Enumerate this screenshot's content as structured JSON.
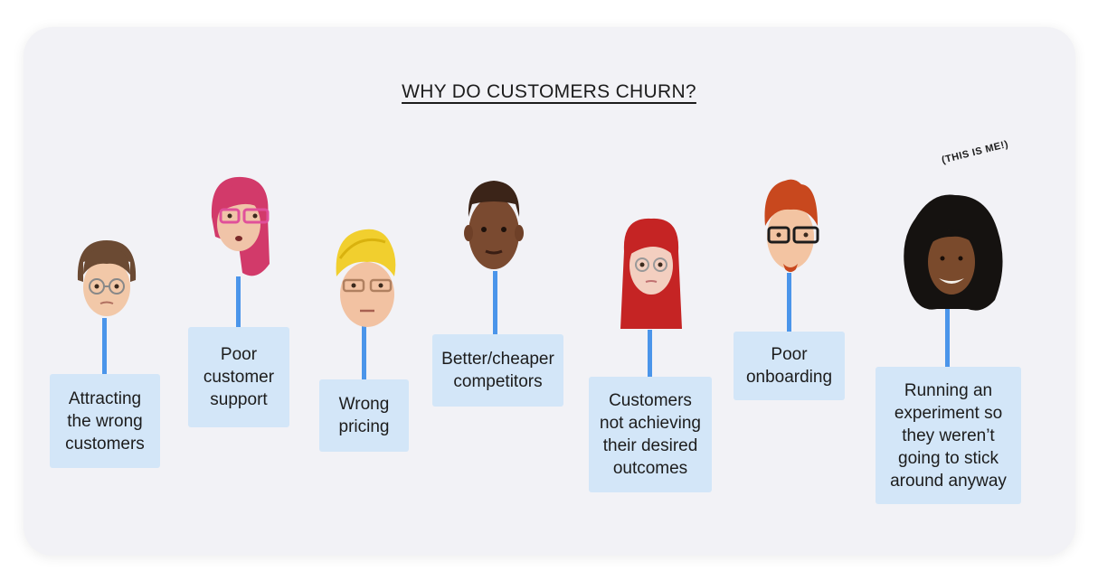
{
  "title": "WHY DO CUSTOMERS CHURN?",
  "note": "(THIS IS ME!)",
  "colors": {
    "card": "#f2f2f6",
    "line": "#4b95ea",
    "box": "#d3e6f8"
  },
  "reasons": [
    {
      "label": "Attracting\nthe wrong\ncustomers",
      "avatar": "memoji-brown-bob-glasses"
    },
    {
      "label": "Poor\ncustomer\nsupport",
      "avatar": "memoji-pink-hair-pink-glasses"
    },
    {
      "label": "Wrong\npricing",
      "avatar": "memoji-yellow-hair-glasses"
    },
    {
      "label": "Better/cheaper\ncompetitors",
      "avatar": "memoji-dark-skin-flat-top"
    },
    {
      "label": "Customers\nnot achieving\ntheir desired\noutcomes",
      "avatar": "memoji-long-red-hair-glasses"
    },
    {
      "label": "Poor\nonboarding",
      "avatar": "memoji-red-hair-black-glasses"
    },
    {
      "label": "Running an\nexperiment so\nthey weren’t\ngoing to stick\naround anyway",
      "avatar": "photo-curly-hair-woman"
    }
  ]
}
